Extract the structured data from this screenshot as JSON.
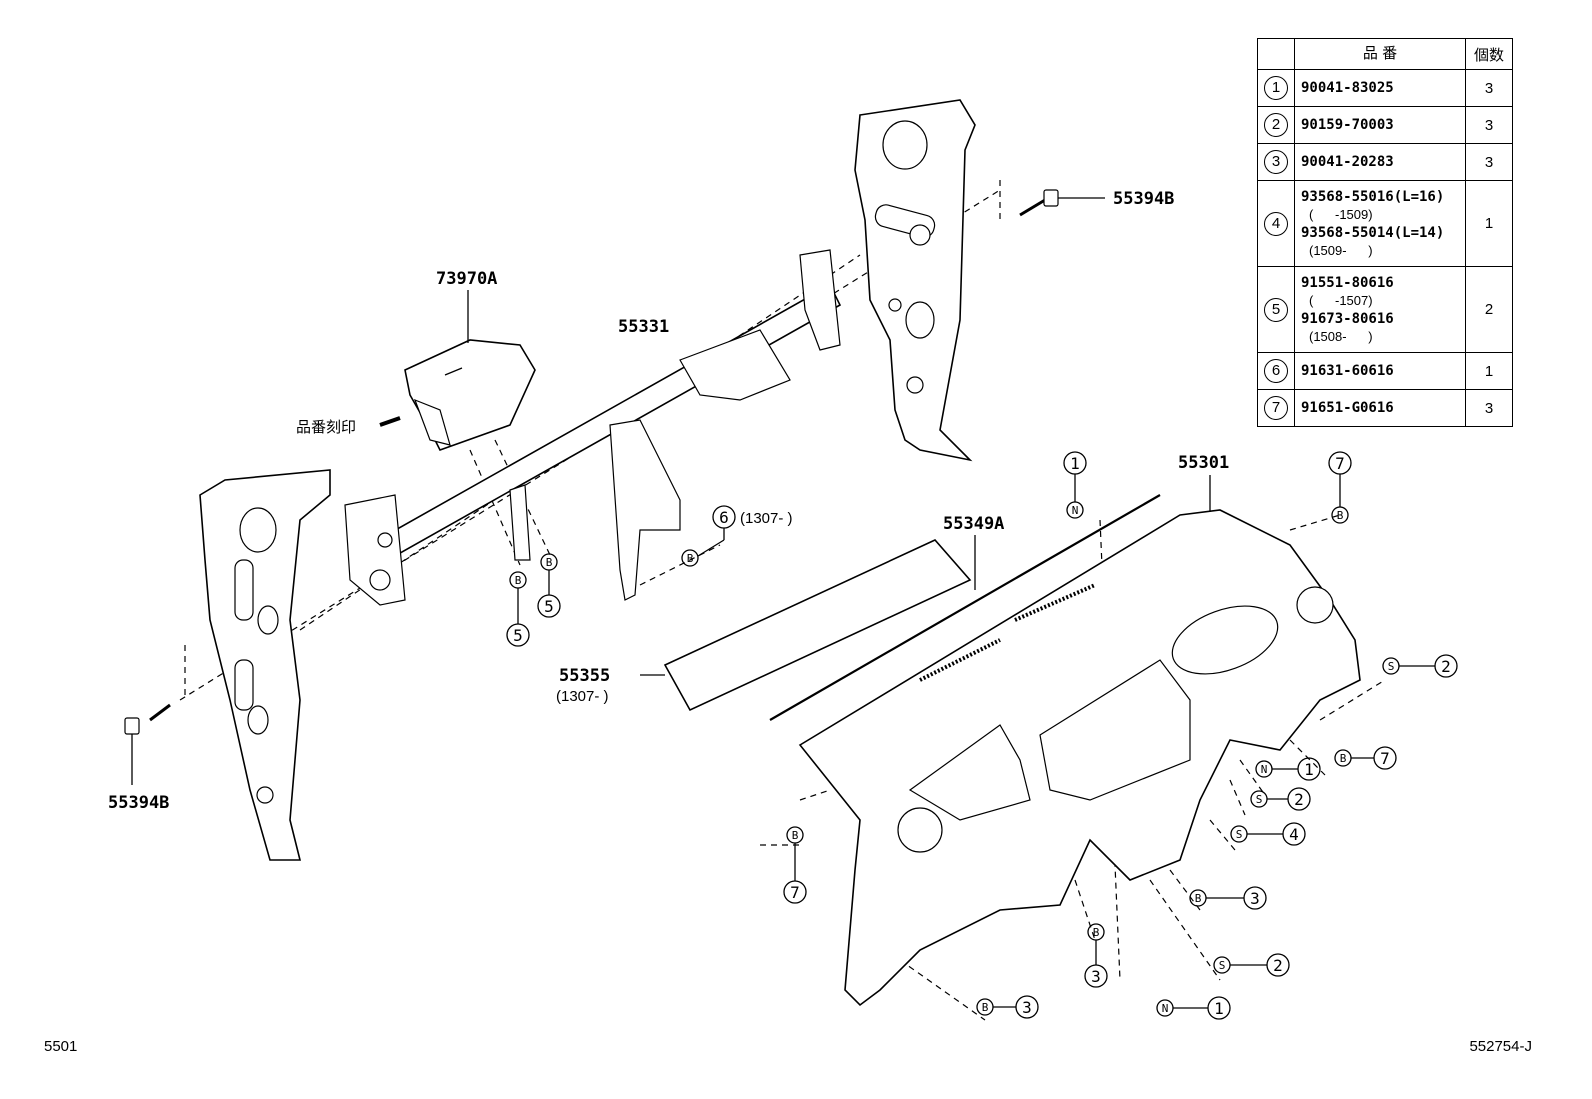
{
  "table": {
    "header_part_no": "品 番",
    "header_qty": "個数",
    "rows": [
      {
        "no": "1",
        "part_numbers": [
          "90041-83025"
        ],
        "notes": [],
        "qty": "3"
      },
      {
        "no": "2",
        "part_numbers": [
          "90159-70003"
        ],
        "notes": [],
        "qty": "3"
      },
      {
        "no": "3",
        "part_numbers": [
          "90041-20283"
        ],
        "notes": [],
        "qty": "3"
      },
      {
        "no": "4",
        "part_numbers": [
          "93568-55016(L=16)",
          "93568-55014(L=14)"
        ],
        "notes": [
          "(      -1509)",
          "(1509-      )"
        ],
        "qty": "1"
      },
      {
        "no": "5",
        "part_numbers": [
          "91551-80616",
          "91673-80616"
        ],
        "notes": [
          "(      -1507)",
          "(1508-      )"
        ],
        "qty": "2"
      },
      {
        "no": "6",
        "part_numbers": [
          "91631-60616"
        ],
        "notes": [],
        "qty": "1"
      },
      {
        "no": "7",
        "part_numbers": [
          "91651-G0616"
        ],
        "notes": [],
        "qty": "3"
      }
    ]
  },
  "labels": {
    "p55394b_top": "55394B",
    "p55394b_bottom": "55394B",
    "p73970a": "73970A",
    "p55331": "55331",
    "p55301": "55301",
    "p55349a": "55349A",
    "p55355": "55355",
    "p55355_note": "(1307-      )",
    "stamp_note": "品番刻印",
    "c6_note": "(1307-      )"
  },
  "callouts": {
    "n1": "1",
    "n2": "2",
    "n3": "3",
    "n4": "4",
    "n5": "5",
    "n6": "6",
    "n7": "7",
    "letter_b": "B",
    "letter_s": "S",
    "letter_n": "N"
  },
  "footer": {
    "left_code": "5501",
    "right_code": "552754-J"
  }
}
